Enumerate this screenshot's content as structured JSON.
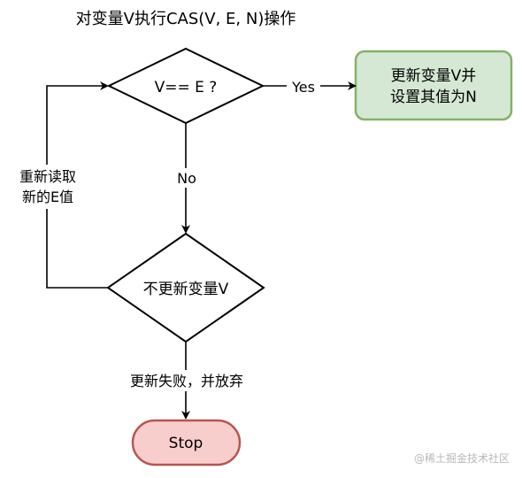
{
  "title": "对变量V执行CAS(V, E, N)操作",
  "nodes": {
    "decision_compare": {
      "text": "V== E ?"
    },
    "update_box": {
      "line1": "更新变量V并",
      "line2": "设置其值为N"
    },
    "decision_not_updated": {
      "text": "不更新变量V"
    },
    "stop": {
      "text": "Stop"
    }
  },
  "edges": {
    "yes": "Yes",
    "no": "No",
    "reread_line1": "重新读取",
    "reread_line2": "新的E值",
    "fail": "更新失败，并放弃"
  },
  "watermark": "@稀土掘金技术社区",
  "colors": {
    "update_fill": "#d5e8d4",
    "update_stroke": "#82b366",
    "stop_fill": "#f8cecc",
    "stop_stroke": "#b85450",
    "line": "#000000"
  },
  "icons": {
    "arrow": "arrowhead"
  }
}
